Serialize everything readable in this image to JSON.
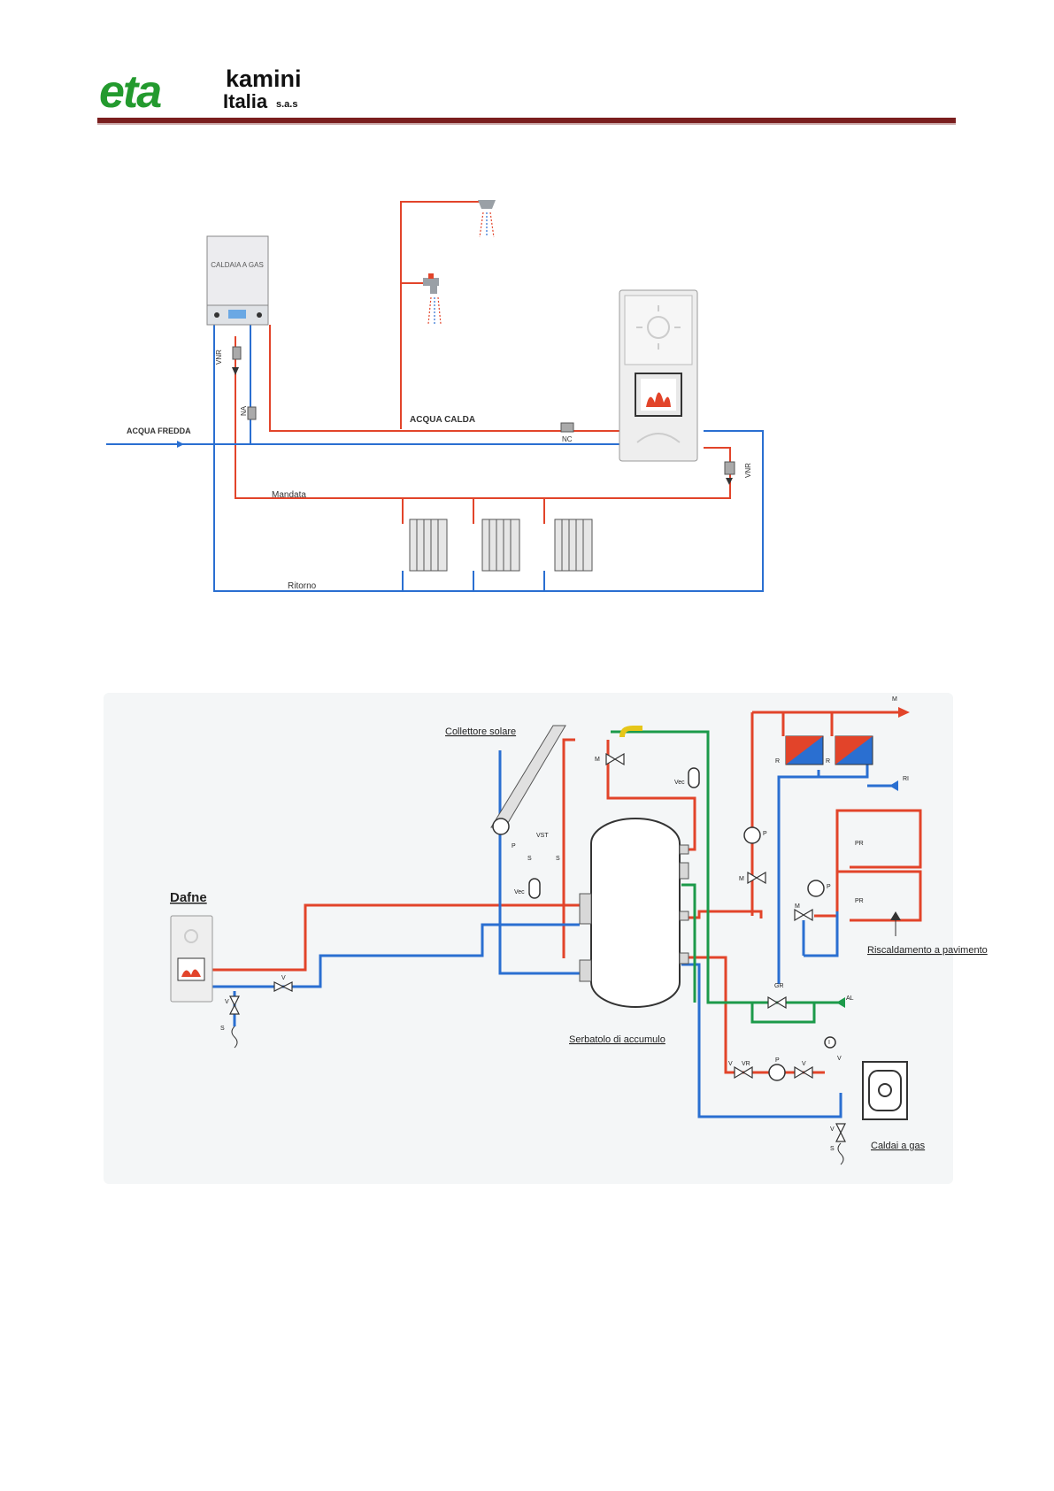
{
  "logo": {
    "eta": "eta",
    "kamini": "kamini",
    "italia": "Italia",
    "sas": "s.a.s"
  },
  "diagram1": {
    "boiler_label": "CALDAIA A GAS",
    "cold_water": "ACQUA FREDDA",
    "hot_water": "ACQUA CALDA",
    "supply": "Mandata",
    "return": "Ritorno",
    "valve_vnr": "VNR",
    "valve_na": "NA",
    "valve_nc": "NC"
  },
  "diagram2": {
    "solar_collector": "Collettore solare",
    "product": "Dafne",
    "storage_tank": "Serbatolo di accumulo",
    "floor_heating": "Riscaldamento a pavimento",
    "gas_boiler": "Caldai a gas",
    "labels": {
      "M": "M",
      "P": "P",
      "V": "V",
      "S": "S",
      "R": "R",
      "RI": "RI",
      "PR": "PR",
      "GR": "GR",
      "AL": "AL",
      "VR": "VR",
      "VST": "VST",
      "Vec": "Vec",
      "I": "I"
    }
  },
  "colors": {
    "hot": "#e2442a",
    "cold": "#2a6fd1",
    "green": "#1c9a4a",
    "logo_green": "#239a2e",
    "rule": "#7a1e1e"
  }
}
